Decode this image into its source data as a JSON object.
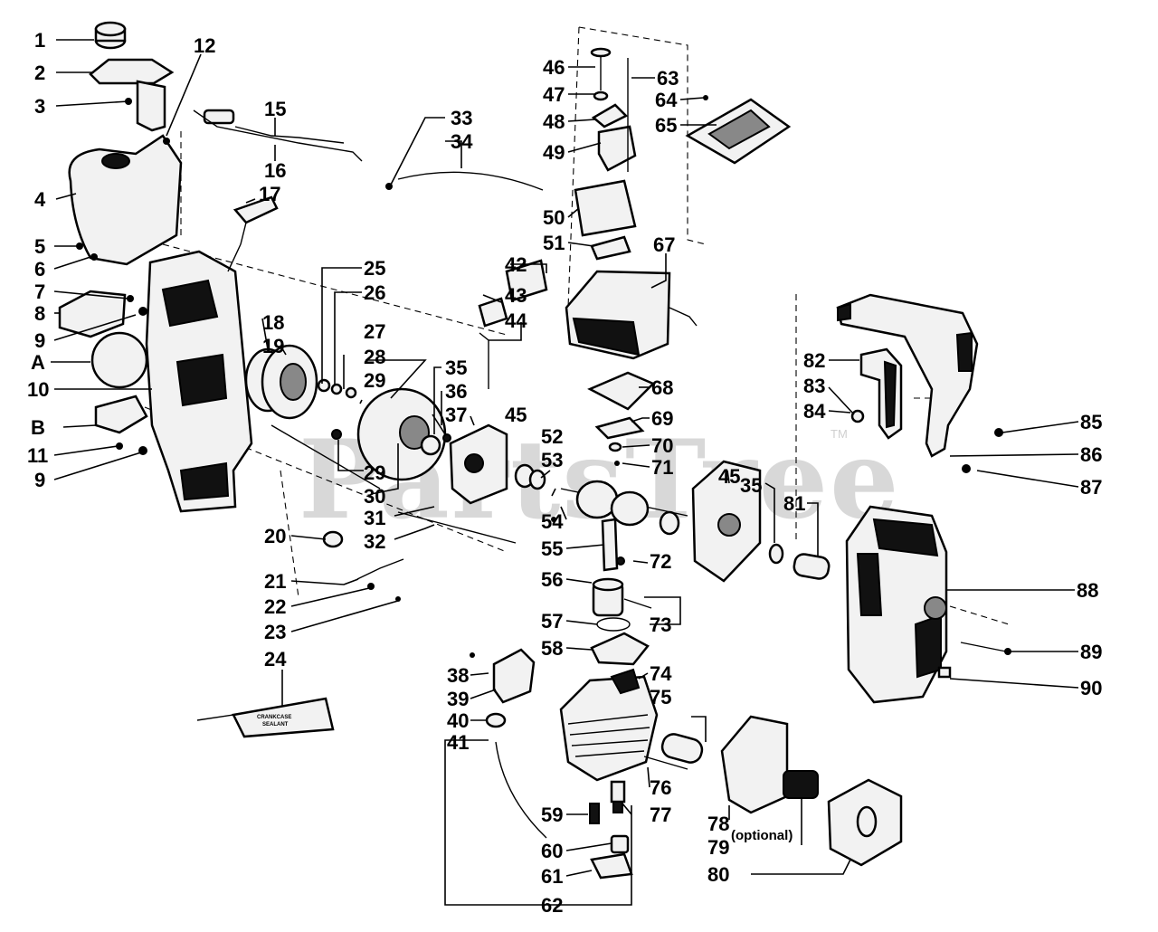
{
  "watermark": "PartsTree",
  "trademark": "TM",
  "tube_label_line1": "CRANKCASE",
  "tube_label_line2": "SEALANT",
  "optional_label": "(optional)",
  "callouts": [
    {
      "id": "c1",
      "label": "1"
    },
    {
      "id": "c2",
      "label": "2"
    },
    {
      "id": "c3",
      "label": "3"
    },
    {
      "id": "c4",
      "label": "4"
    },
    {
      "id": "c5",
      "label": "5"
    },
    {
      "id": "c6",
      "label": "6"
    },
    {
      "id": "c7",
      "label": "7"
    },
    {
      "id": "c8",
      "label": "8"
    },
    {
      "id": "c9a",
      "label": "9"
    },
    {
      "id": "cA",
      "label": "A"
    },
    {
      "id": "c10",
      "label": "10"
    },
    {
      "id": "cB",
      "label": "B"
    },
    {
      "id": "c11",
      "label": "11"
    },
    {
      "id": "c9b",
      "label": "9"
    },
    {
      "id": "c12",
      "label": "12"
    },
    {
      "id": "c15",
      "label": "15"
    },
    {
      "id": "c16",
      "label": "16"
    },
    {
      "id": "c17",
      "label": "17"
    },
    {
      "id": "c18",
      "label": "18"
    },
    {
      "id": "c19",
      "label": "19"
    },
    {
      "id": "c20",
      "label": "20"
    },
    {
      "id": "c21",
      "label": "21"
    },
    {
      "id": "c22",
      "label": "22"
    },
    {
      "id": "c23",
      "label": "23"
    },
    {
      "id": "c24",
      "label": "24"
    },
    {
      "id": "c25",
      "label": "25"
    },
    {
      "id": "c26",
      "label": "26"
    },
    {
      "id": "c27",
      "label": "27"
    },
    {
      "id": "c28",
      "label": "28"
    },
    {
      "id": "c29a",
      "label": "29"
    },
    {
      "id": "c29b",
      "label": "29"
    },
    {
      "id": "c30",
      "label": "30"
    },
    {
      "id": "c31",
      "label": "31"
    },
    {
      "id": "c32",
      "label": "32"
    },
    {
      "id": "c33",
      "label": "33"
    },
    {
      "id": "c34",
      "label": "34"
    },
    {
      "id": "c35a",
      "label": "35"
    },
    {
      "id": "c36",
      "label": "36"
    },
    {
      "id": "c37",
      "label": "37"
    },
    {
      "id": "c38",
      "label": "38"
    },
    {
      "id": "c39",
      "label": "39"
    },
    {
      "id": "c40",
      "label": "40"
    },
    {
      "id": "c41",
      "label": "41"
    },
    {
      "id": "c42",
      "label": "42"
    },
    {
      "id": "c43",
      "label": "43"
    },
    {
      "id": "c44",
      "label": "44"
    },
    {
      "id": "c45a",
      "label": "45"
    },
    {
      "id": "c46",
      "label": "46"
    },
    {
      "id": "c47",
      "label": "47"
    },
    {
      "id": "c48",
      "label": "48"
    },
    {
      "id": "c49",
      "label": "49"
    },
    {
      "id": "c50",
      "label": "50"
    },
    {
      "id": "c51",
      "label": "51"
    },
    {
      "id": "c52",
      "label": "52"
    },
    {
      "id": "c53",
      "label": "53"
    },
    {
      "id": "c54",
      "label": "54"
    },
    {
      "id": "c55",
      "label": "55"
    },
    {
      "id": "c56",
      "label": "56"
    },
    {
      "id": "c57",
      "label": "57"
    },
    {
      "id": "c58",
      "label": "58"
    },
    {
      "id": "c59",
      "label": "59"
    },
    {
      "id": "c60",
      "label": "60"
    },
    {
      "id": "c61",
      "label": "61"
    },
    {
      "id": "c62",
      "label": "62"
    },
    {
      "id": "c63",
      "label": "63"
    },
    {
      "id": "c64",
      "label": "64"
    },
    {
      "id": "c65",
      "label": "65"
    },
    {
      "id": "c67",
      "label": "67"
    },
    {
      "id": "c68",
      "label": "68"
    },
    {
      "id": "c69",
      "label": "69"
    },
    {
      "id": "c70",
      "label": "70"
    },
    {
      "id": "c71",
      "label": "71"
    },
    {
      "id": "c45b",
      "label": "45"
    },
    {
      "id": "c35b",
      "label": "35"
    },
    {
      "id": "c72",
      "label": "72"
    },
    {
      "id": "c73",
      "label": "73"
    },
    {
      "id": "c74",
      "label": "74"
    },
    {
      "id": "c75",
      "label": "75"
    },
    {
      "id": "c76",
      "label": "76"
    },
    {
      "id": "c77",
      "label": "77"
    },
    {
      "id": "c78",
      "label": "78"
    },
    {
      "id": "c79",
      "label": "79"
    },
    {
      "id": "c80",
      "label": "80"
    },
    {
      "id": "c81",
      "label": "81"
    },
    {
      "id": "c82",
      "label": "82"
    },
    {
      "id": "c83",
      "label": "83"
    },
    {
      "id": "c84",
      "label": "84"
    },
    {
      "id": "c85",
      "label": "85"
    },
    {
      "id": "c86",
      "label": "86"
    },
    {
      "id": "c87",
      "label": "87"
    },
    {
      "id": "c88",
      "label": "88"
    },
    {
      "id": "c89",
      "label": "89"
    },
    {
      "id": "c90",
      "label": "90"
    }
  ]
}
